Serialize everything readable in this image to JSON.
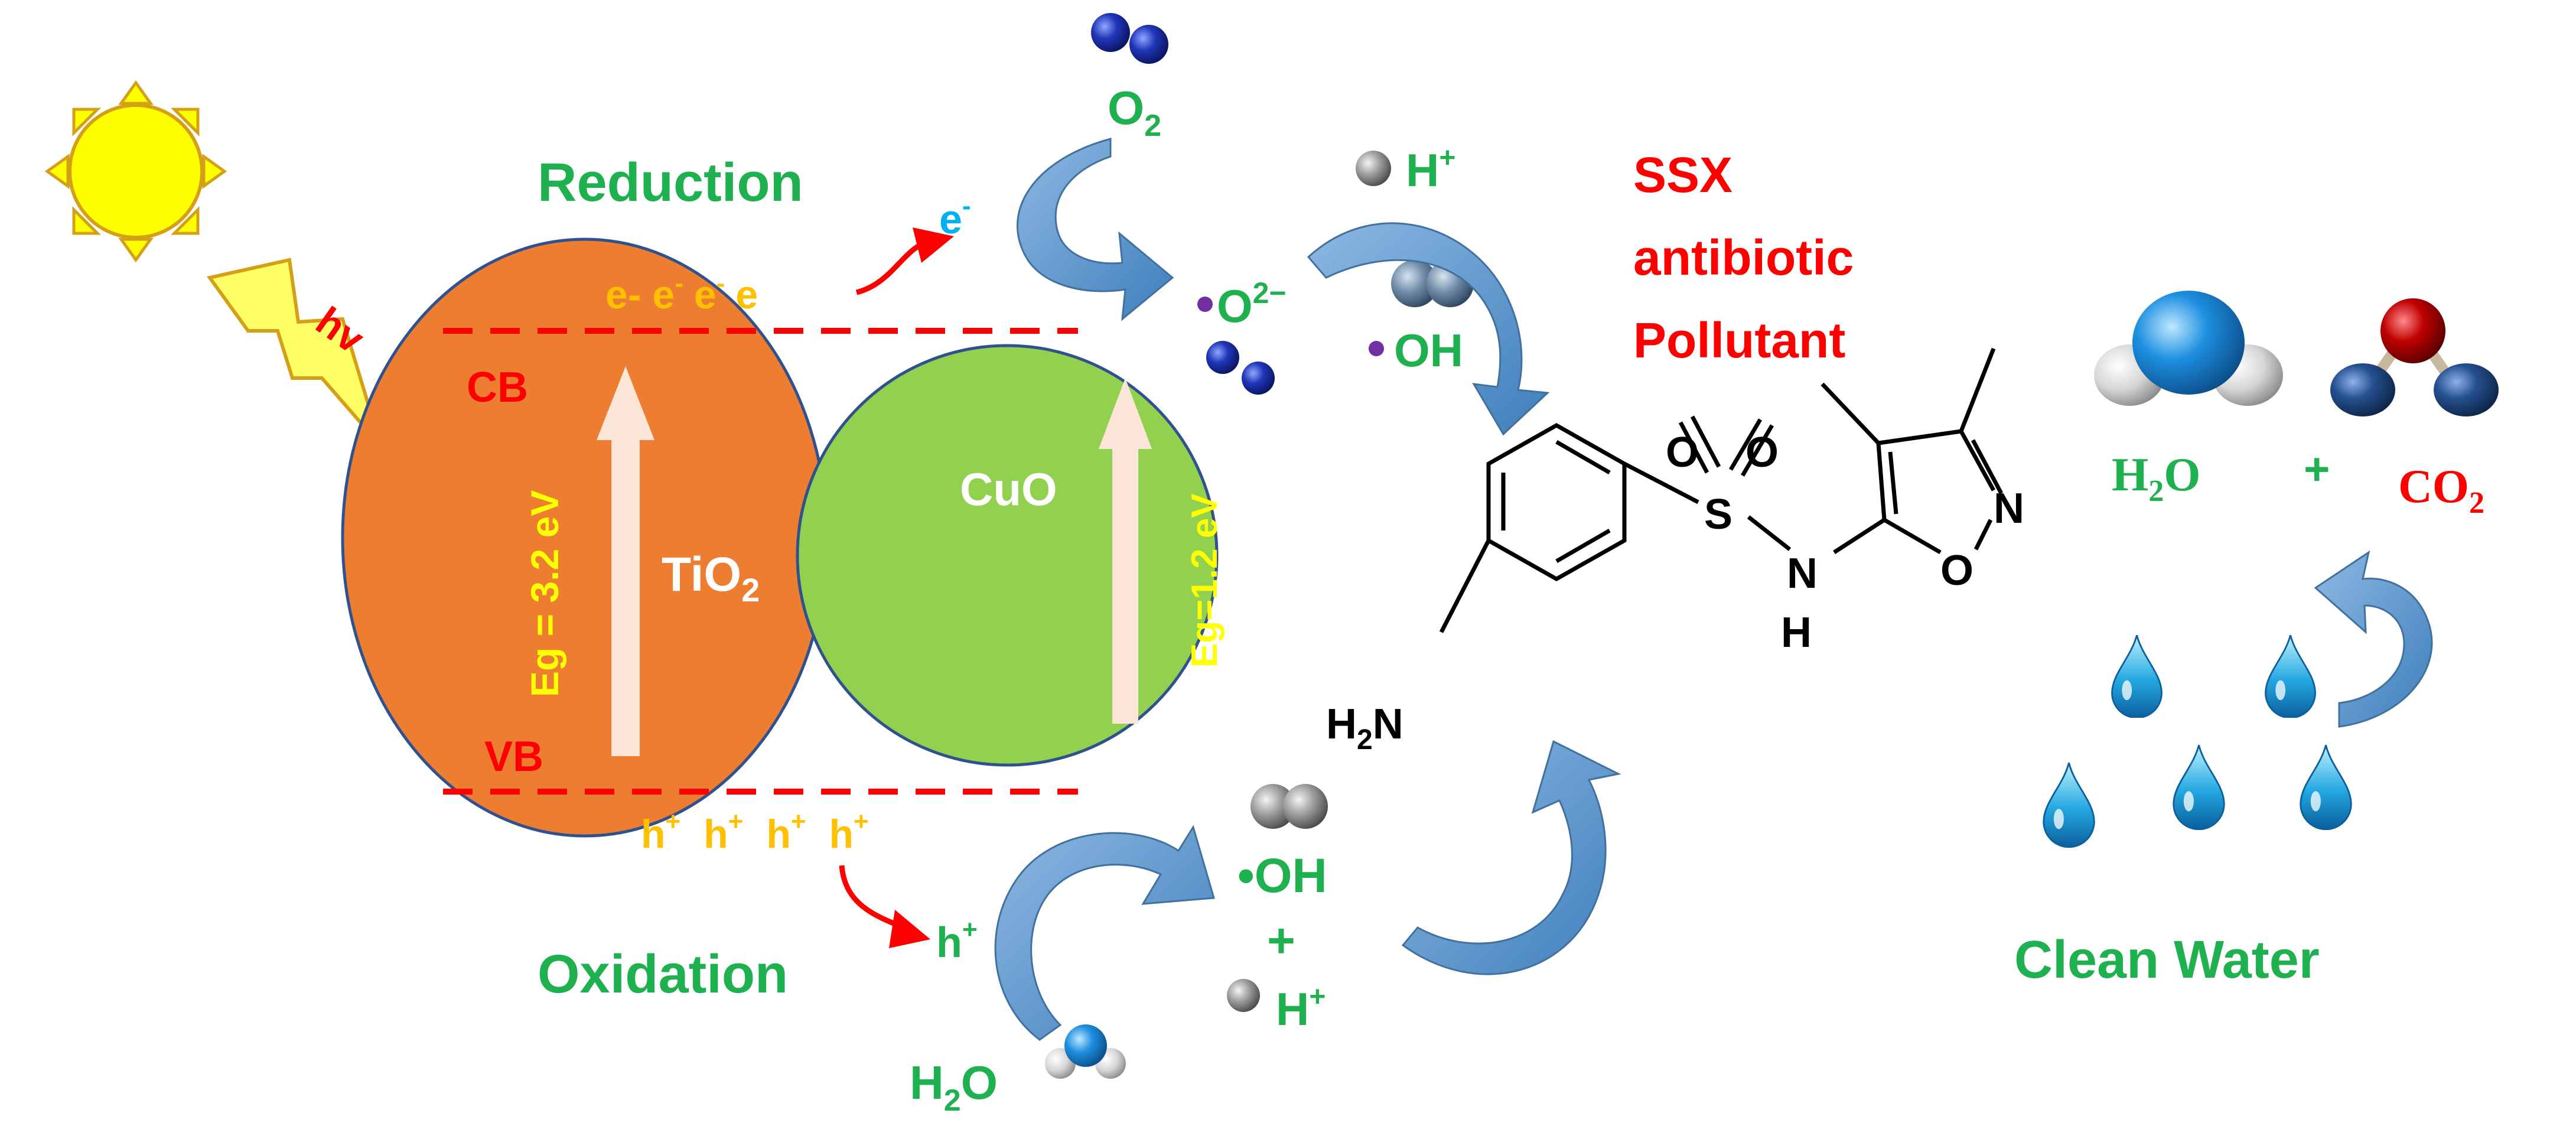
{
  "colors": {
    "green_text": "#1fb04f",
    "red_text": "#ff0000",
    "yellow_text": "#ffc000",
    "tio2_fill": "#ed7d31",
    "cuo_fill": "#92d050",
    "sun": "#ffff00",
    "arrow_blue": "#5b9bd5"
  },
  "labels": {
    "reduction": "Reduction",
    "oxidation": "Oxidation",
    "hv": "hv",
    "cb": "CB",
    "vb": "VB",
    "eg_tio2": "Eg = 3.2 eV",
    "eg_cuo": "Eg=1.2 eV",
    "tio2_main": "TiO",
    "tio2_sub": "2",
    "cuo": "CuO",
    "electrons": "e- e",
    "electron_sup": "-",
    "electrons_tail": "e",
    "electrons_tail2": "e",
    "e_out": "e",
    "e_out_sup": "-",
    "holes": "h",
    "hole_sup": "+",
    "h_out": "h",
    "h_out_sup": "+",
    "o2": "O",
    "o2_sub": "2",
    "superoxide": "O",
    "superoxide_sup": "2−",
    "hplus_main": "H",
    "hplus_sup": "+",
    "oh_radical": "OH",
    "oh_ox": "•OH",
    "plus": "+",
    "h2o_main": "H",
    "h2o_sub": "2",
    "h2o_tail": "O",
    "pollutant_line1": "SSX",
    "pollutant_line2": "antibiotic",
    "pollutant_line3": "Pollutant",
    "product_h2o_main": "H",
    "product_h2o_sub": "2",
    "product_h2o_tail": "O",
    "product_plus": "+",
    "product_co2_main": "CO",
    "product_co2_sub": "2",
    "clean_water": "Clean Water"
  },
  "molecule": {
    "atoms": {
      "o_top1": "O",
      "o_top2": "O",
      "s": "S",
      "n_amide": "N",
      "h_amide": "H",
      "n_ring": "N",
      "o_ring": "O",
      "h2n_main": "H",
      "h2n_sub": "2",
      "h2n_tail": "N"
    }
  }
}
